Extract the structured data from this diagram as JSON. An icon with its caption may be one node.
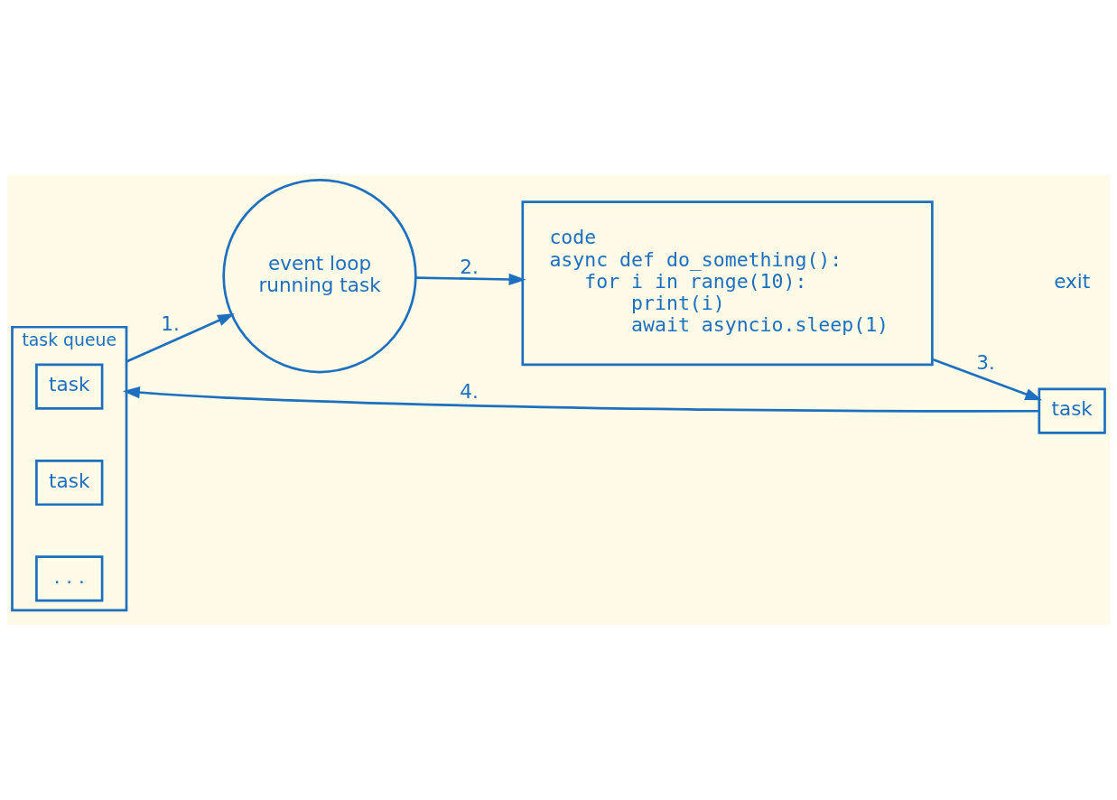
{
  "diagram": {
    "nodes": [
      {
        "text": [
          "event loop",
          "running task"
        ]
      },
      {
        "text": [
          "task queue"
        ]
      },
      {
        "text": [
          "task"
        ],
        "in": 1
      },
      {
        "text": [
          "task"
        ],
        "in": 1
      },
      {
        "text": [
          ". . ."
        ],
        "in": 1
      },
      {
        "text": [
          "code",
          "async def do_something():",
          "    for i in range(10):",
          "        print(i)",
          "        await asyncio.sleep(1)"
        ]
      },
      {
        "text": [
          "task"
        ]
      }
    ],
    "edges": [
      {
        "from": 1,
        "to": 0,
        "arrow": "to",
        "label": "1."
      },
      {
        "from": 0,
        "to": 5,
        "arrow": "to",
        "label": "2."
      },
      {
        "from": 5,
        "to": 6,
        "arrow": "to",
        "label": "3."
      },
      {
        "from": 6,
        "to": 1,
        "arrow": "to",
        "label": "4."
      }
    ],
    "labels": [
      "exit"
    ]
  }
}
